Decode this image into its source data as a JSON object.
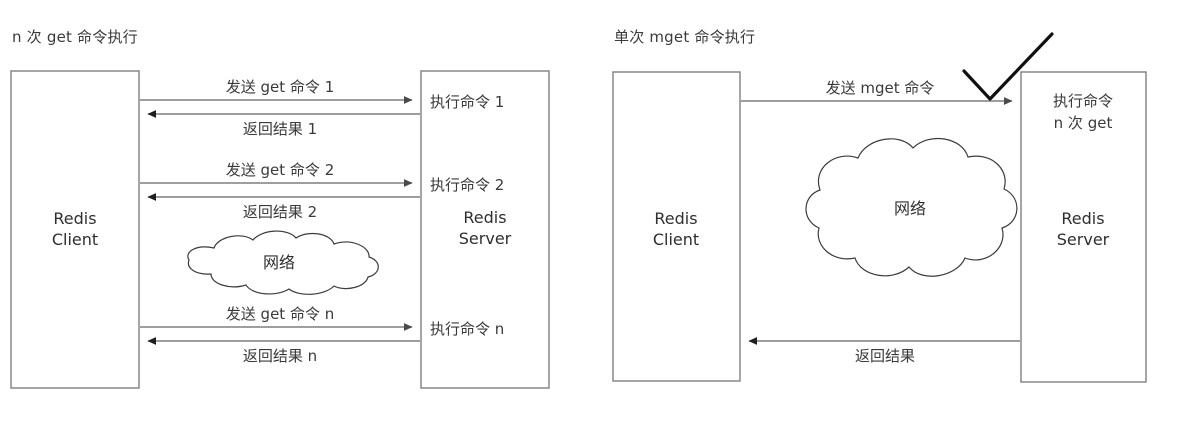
{
  "page": {
    "background": "#ffffff",
    "stroke_gray": "#7f7f7f",
    "stroke_dark": "#404040",
    "text_color": "#3a3a3a"
  },
  "left_panel": {
    "title": "n 次 get 命令执行",
    "client_box": {
      "line1": "Redis",
      "line2": "Client"
    },
    "server_box": {
      "line1": "Redis",
      "line2": "Server"
    },
    "cloud_label": "网络",
    "server_steps": [
      {
        "label": "执行命令 1"
      },
      {
        "label": "执行命令 2"
      },
      {
        "label": "执行命令 n"
      }
    ],
    "exchanges": [
      {
        "request": "发送 get 命令 1",
        "response": "返回结果 1"
      },
      {
        "request": "发送 get 命令 2",
        "response": "返回结果 2"
      },
      {
        "request": "发送 get 命令 n",
        "response": "返回结果 n"
      }
    ]
  },
  "right_panel": {
    "title": "单次 mget 命令执行",
    "client_box": {
      "line1": "Redis",
      "line2": "Client"
    },
    "server_box": {
      "line1": "Redis",
      "line2": "Server"
    },
    "cloud_label": "网络",
    "server_step": {
      "line1": "执行命令",
      "line2": "n 次 get"
    },
    "exchange": {
      "request": "发送 mget 命令",
      "response": "返回结果"
    },
    "annotation": {
      "icon": "check-mark",
      "color": "#101010"
    }
  }
}
